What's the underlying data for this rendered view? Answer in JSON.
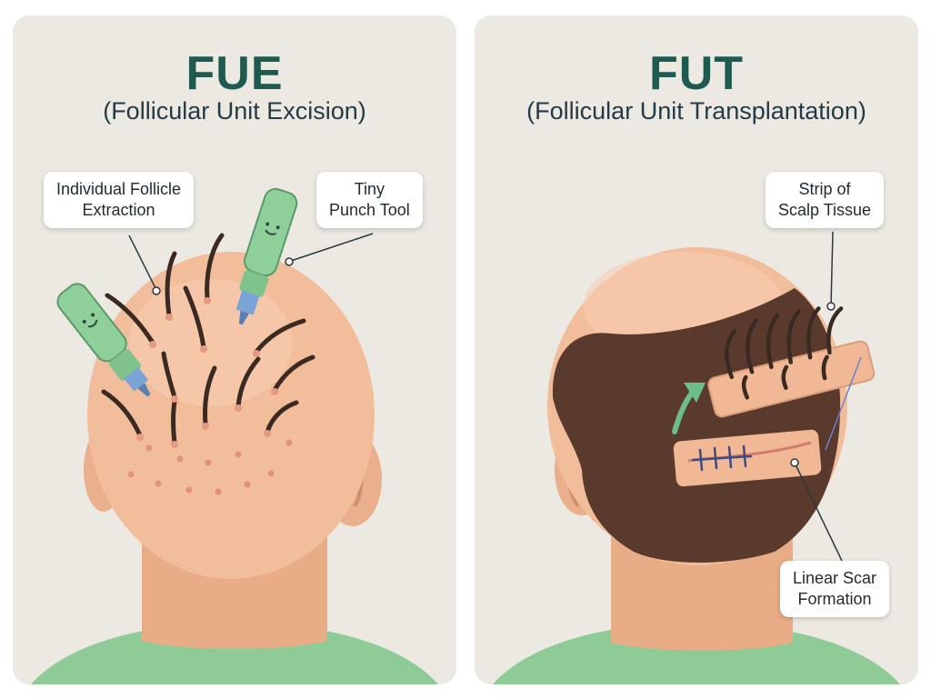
{
  "colors": {
    "panel_bg": "#ece9e3",
    "title": "#1f5a50",
    "skin": "#f2bd9b",
    "hair": "#5a3a2c",
    "tool_green": "#8fcf9a",
    "tool_blue": "#7aa4d6",
    "shirt": "#8fcb96"
  },
  "fue": {
    "title": "FUE",
    "subtitle": "(Follicular Unit Excision)",
    "labels": {
      "extraction": [
        "Individual Follicle",
        "Extraction"
      ],
      "punch": [
        "Tiny",
        "Punch Tool"
      ]
    }
  },
  "fut": {
    "title": "FUT",
    "subtitle": "(Follicular Unit Transplantation)",
    "labels": {
      "strip": [
        "Strip of",
        "Scalp Tissue"
      ],
      "scar": [
        "Linear Scar",
        "Formation"
      ]
    }
  }
}
